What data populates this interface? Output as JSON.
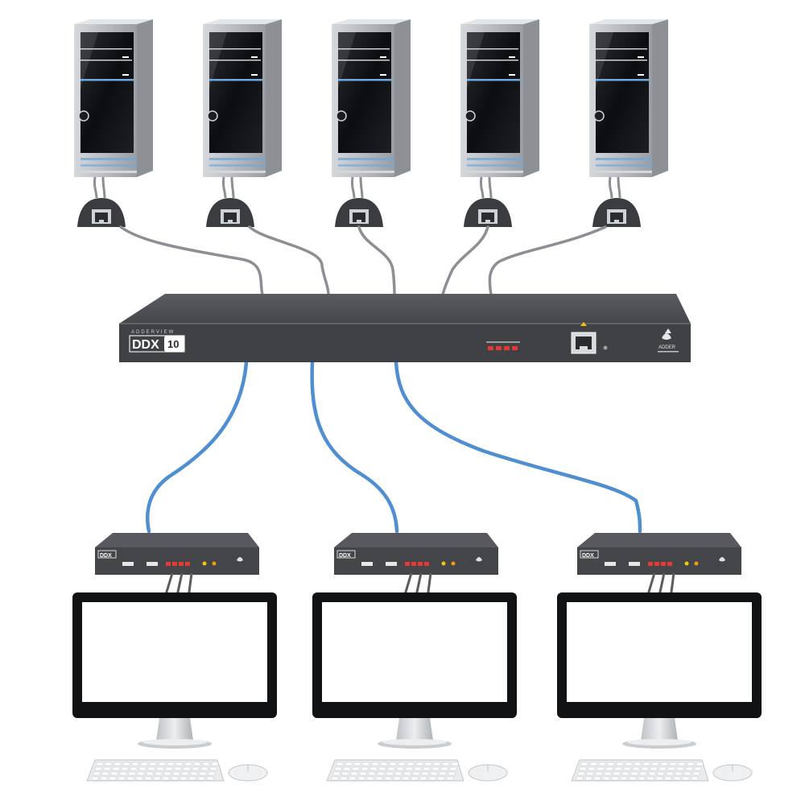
{
  "switch": {
    "model_text": "DDX",
    "model_number": "10",
    "brand_lettering": "ADDERVIEW",
    "port_label": "",
    "logo_text": "ADDER"
  },
  "computers": [
    {
      "id": "pc-1"
    },
    {
      "id": "pc-2"
    },
    {
      "id": "pc-3"
    },
    {
      "id": "pc-4"
    },
    {
      "id": "pc-5"
    }
  ],
  "consoles": [
    {
      "id": "console-1",
      "unit_label": "DDX"
    },
    {
      "id": "console-2",
      "unit_label": "DDX"
    },
    {
      "id": "console-3",
      "unit_label": "DDX"
    }
  ],
  "colors": {
    "tower_body": "#b9bdc2",
    "tower_face": "#101114",
    "tower_accent": "#6fa8dc",
    "switch_body": "#4a4c50",
    "cable_gray": "#8c8f93",
    "cable_blue": "#4f8fd1",
    "monitor_frame": "#111214",
    "monitor_screen": "#ffffff",
    "led_red": "#e53935",
    "led_yellow": "#f1c40f"
  },
  "icons": [
    "computer-tower-icon",
    "rj45-port-icon",
    "kvm-switch-icon",
    "monitor-icon",
    "keyboard-icon",
    "mouse-icon",
    "usb-port-icon"
  ]
}
